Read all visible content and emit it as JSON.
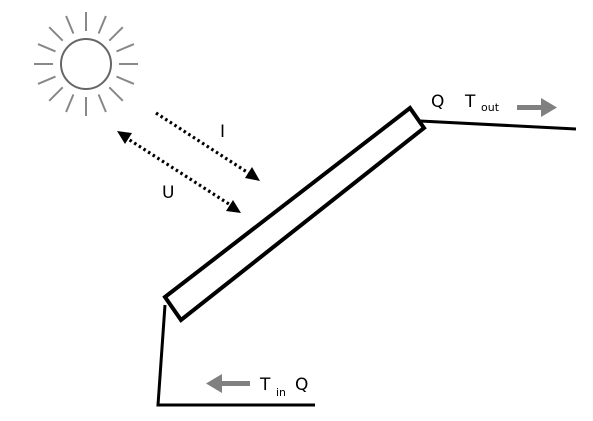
{
  "labels": {
    "irradiance": "I",
    "loss_coefficient": "U",
    "flow_out_q": "Q",
    "outlet_temp_main": "T",
    "outlet_temp_sub": "out",
    "inlet_temp_main": "T",
    "inlet_temp_sub": "in",
    "flow_in_q": "Q"
  },
  "icons": {
    "sun": "sun-icon",
    "outlet_arrow": "arrow-right-icon",
    "inlet_arrow": "arrow-left-icon"
  },
  "colors": {
    "line": "#000000",
    "flow_arrow": "#808080",
    "sun_rays": "#888888"
  }
}
